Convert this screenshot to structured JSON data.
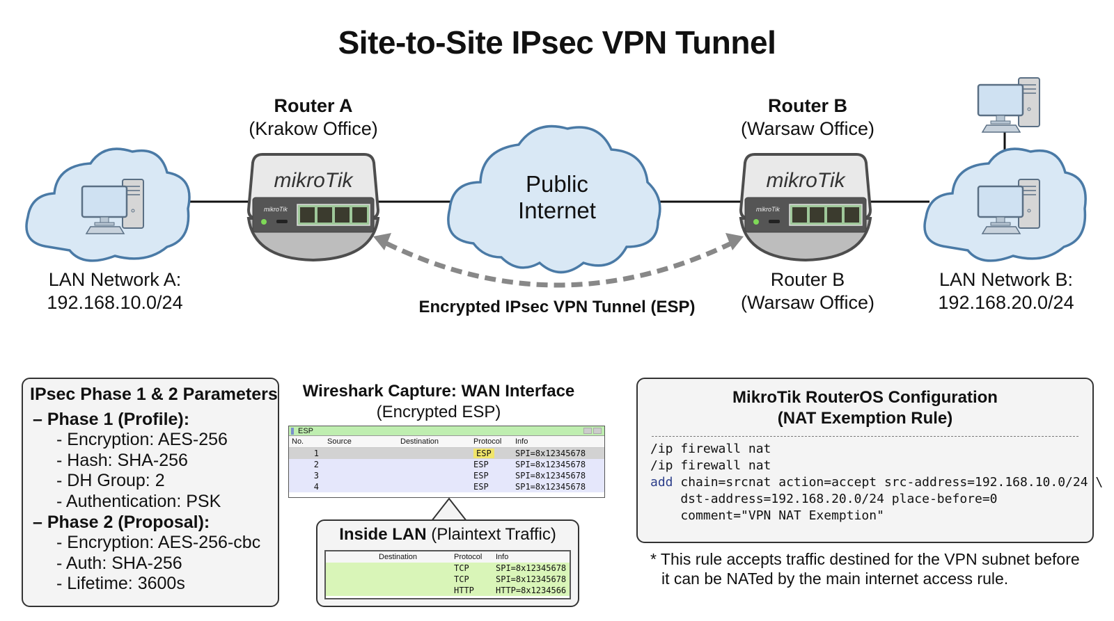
{
  "title": "Site-to-Site IPsec VPN Tunnel",
  "router_a": {
    "name": "Router A",
    "location": "(Krakow Office)",
    "brand": "mikroTik",
    "model": "mikroTik"
  },
  "router_b": {
    "name": "Router B",
    "location": "(Warsaw Office)",
    "brand": "mikroTik",
    "model": "mikroTik",
    "below_name": "Router B",
    "below_location": "(Warsaw Office)"
  },
  "internet": {
    "line1": "Public",
    "line2": "Internet"
  },
  "lan_a": {
    "line1": "LAN Network A:",
    "line2": "192.168.10.0/24"
  },
  "lan_b": {
    "line1": "LAN Network B:",
    "line2": "192.168.20.0/24"
  },
  "tunnel_label": "Encrypted IPsec VPN Tunnel (ESP)",
  "colors": {
    "cloud_fill": "#d9e8f5",
    "cloud_stroke": "#4a7aa6",
    "tunnel_arrow": "#888888",
    "esp_highlight": "#f0e56b",
    "lan_row": "#d9f5b8",
    "ws_titlebar": "#bfeeb0"
  },
  "params": {
    "heading": "IPsec Phase 1 & 2 Parameters",
    "phase1": {
      "label": "– Phase 1 (Profile):",
      "items": [
        "- Encryption: AES-256",
        "- Hash: SHA-256",
        "- DH Group: 2",
        "- Authentication: PSK"
      ]
    },
    "phase2": {
      "label": "– Phase 2 (Proposal):",
      "items": [
        "- Encryption: AES-256-cbc",
        "- Auth: SHA-256",
        "- Lifetime: 3600s"
      ]
    }
  },
  "wireshark": {
    "heading_bold": "Wireshark Capture: WAN Interface",
    "heading_sub": "(Encrypted ESP)",
    "filter": "ESP",
    "columns": [
      "No.",
      "Source",
      "Destination",
      "Protocol",
      "Info"
    ],
    "rows": [
      {
        "no": "1",
        "source": "",
        "destination": "",
        "protocol": "ESP",
        "info": "SPI=8x12345678"
      },
      {
        "no": "2",
        "source": "",
        "destination": "",
        "protocol": "ESP",
        "info": "SPI=8x12345678"
      },
      {
        "no": "3",
        "source": "",
        "destination": "",
        "protocol": "ESP",
        "info": "SPI=8x12345678"
      },
      {
        "no": "4",
        "source": "",
        "destination": "",
        "protocol": "ESP",
        "info": "SP1=8x12345678"
      }
    ]
  },
  "inside_lan": {
    "heading_bold": "Inside LAN",
    "heading_rest": " (Plaintext Traffic)",
    "columns": [
      "Destination",
      "Protocol",
      "Info"
    ],
    "rows": [
      {
        "destination": "",
        "protocol": "TCP",
        "info": "SPI=8x12345678"
      },
      {
        "destination": "",
        "protocol": "TCP",
        "info": "SPI=8x12345678"
      },
      {
        "destination": "",
        "protocol": "HTTP",
        "info": "HTTP=8x1234566"
      }
    ]
  },
  "config": {
    "heading1": "MikroTik RouterOS Configuration",
    "heading2": "(NAT Exemption Rule)",
    "lines": [
      "/ip firewall nat",
      "/ip firewall nat"
    ],
    "add_keyword": "add",
    "add_line": " chain=srcnat action=accept src-address=192.168.10.0/24 \\",
    "cont_line1": "    dst-address=192.168.20.0/24 place-before=0",
    "cont_line2": "    comment=\"VPN NAT Exemption\""
  },
  "note": {
    "line1": "* This rule accepts traffic destined for the VPN subnet before",
    "line2": "it can be NATed by the main internet access rule."
  }
}
